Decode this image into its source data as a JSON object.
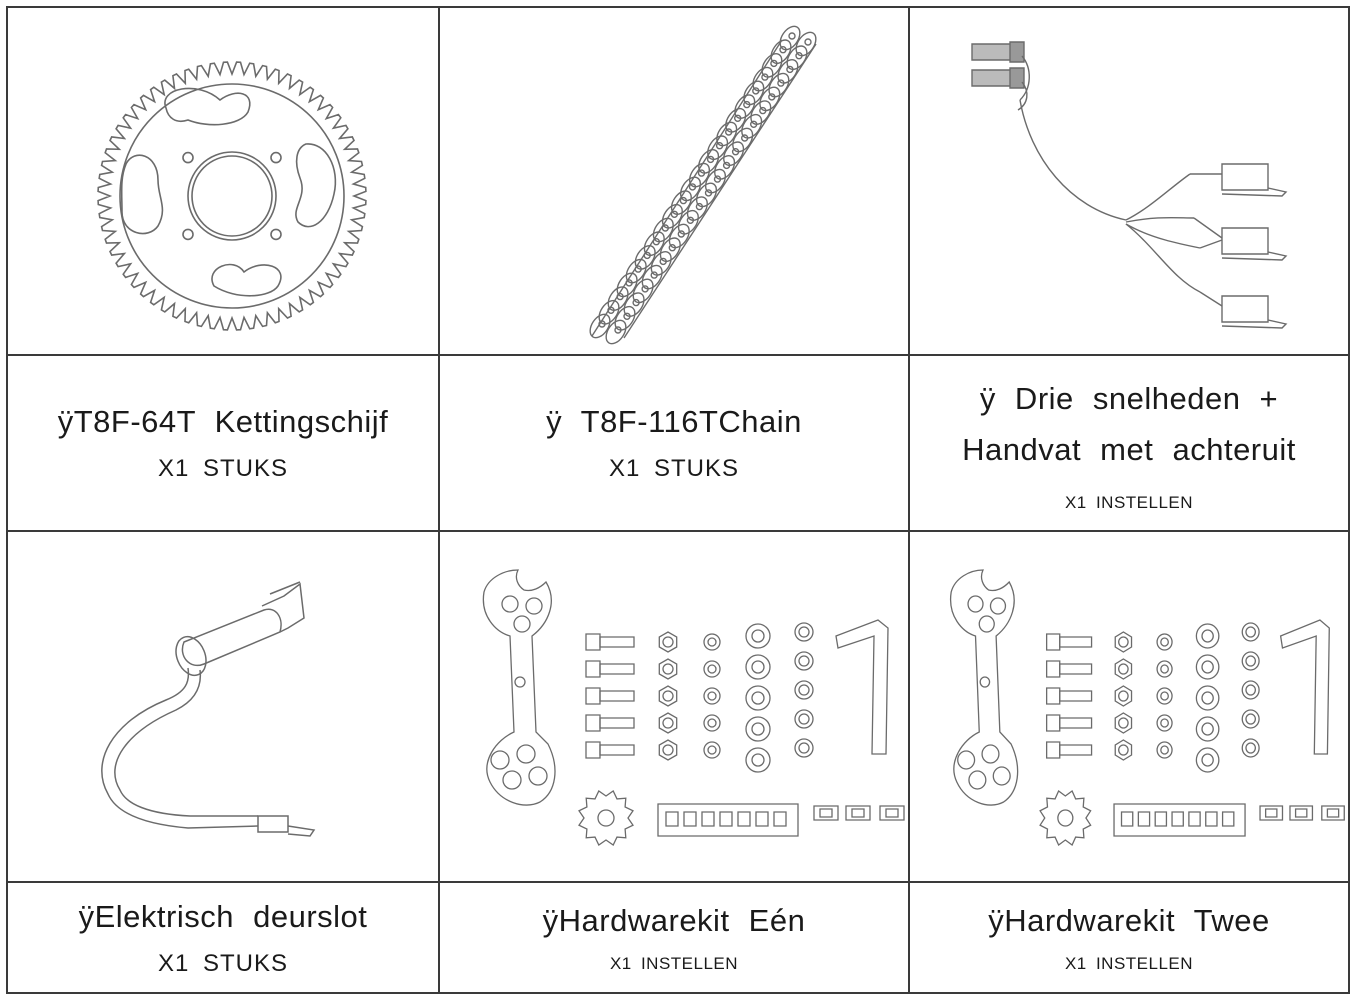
{
  "grid": {
    "rows": [
      {
        "items": [
          {
            "name": "ÿT8F-64T Kettingschijf",
            "quantity": "X1 STUKS",
            "illustration": "sprocket-64t"
          },
          {
            "name": "ÿ T8F-116TChain",
            "quantity": "X1 STUKS",
            "illustration": "roller-chain"
          },
          {
            "name": "ÿ Drie snelheden +\nHandvat met achteruit",
            "quantity": "X1 INSTELLEN",
            "illustration": "throttle-harness"
          }
        ]
      },
      {
        "items": [
          {
            "name": "ÿElektrisch deurslot",
            "quantity": "X1 STUKS",
            "illustration": "electric-lock"
          },
          {
            "name": "ÿHardwarekit Eén",
            "quantity": "X1 INSTELLEN",
            "illustration": "hardware-kit"
          },
          {
            "name": "ÿHardwarekit Twee",
            "quantity": "X1 INSTELLEN",
            "illustration": "hardware-kit"
          }
        ]
      }
    ]
  },
  "colors": {
    "line": "#3a3a3a",
    "drawing": "#6b6b6b",
    "background": "#ffffff",
    "text": "#1a1a1a"
  }
}
